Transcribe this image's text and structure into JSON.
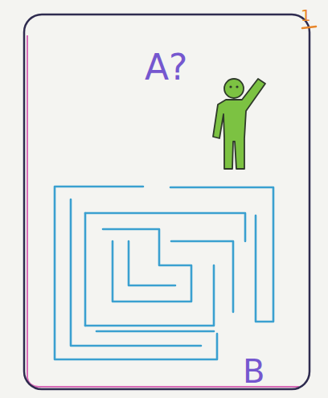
{
  "diagram": {
    "labels": [
      "1",
      "A?",
      "B"
    ]
  }
}
